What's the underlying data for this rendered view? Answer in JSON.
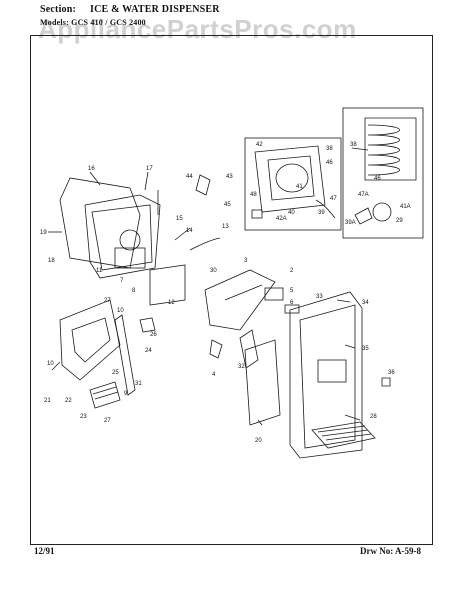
{
  "header": {
    "section_label": "Section:",
    "section_title": "ICE & WATER DISPENSER",
    "model_line": "Models: GCS 410 / GCS 2400"
  },
  "watermark": "AppliancePartsPros.com",
  "footer": {
    "date": "12/91",
    "drawing_no": "Drw No: A-59-8"
  },
  "callouts": [
    "16",
    "17",
    "19",
    "18",
    "11",
    "7",
    "8",
    "15",
    "14",
    "12",
    "13",
    "44",
    "43",
    "45",
    "42",
    "38",
    "46",
    "41",
    "47",
    "48",
    "39",
    "40",
    "42A",
    "38",
    "46",
    "47A",
    "39A",
    "41A",
    "29",
    "30",
    "3",
    "2",
    "5",
    "6",
    "33",
    "34",
    "35",
    "36",
    "28",
    "27",
    "26",
    "24",
    "25",
    "31",
    "4",
    "32",
    "20",
    "21",
    "22",
    "23",
    "27",
    "9",
    "10"
  ]
}
